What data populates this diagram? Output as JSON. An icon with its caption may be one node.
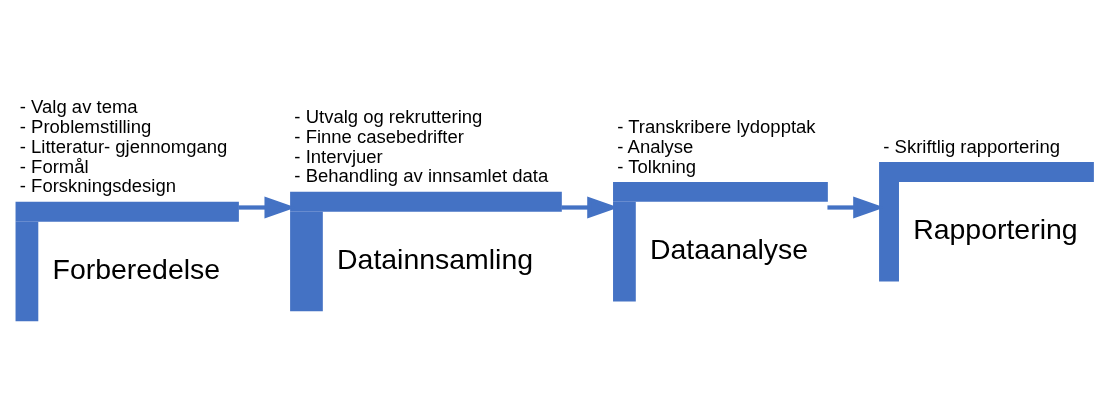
{
  "diagram": {
    "nodes": [
      {
        "text": [
          "Forberedelse"
        ],
        "beside": [
          "- Valg av tema",
          "- Problemstilling",
          "- Litteratur- gjennomgang",
          "- Formål",
          "- Forskningsdesign"
        ]
      },
      {
        "text": [
          "Datainnsamling"
        ],
        "beside": [
          "- Utvalg og rekruttering",
          "- Finne casebedrifter",
          "- Intervjuer",
          "- Behandling av innsamlet data"
        ]
      },
      {
        "text": [
          "Dataanalyse"
        ],
        "beside": [
          "- Transkribere lydopptak",
          "- Analyse",
          "- Tolkning"
        ]
      },
      {
        "text": [
          "Rapportering"
        ],
        "beside": [
          "- Skriftlig rapportering"
        ]
      }
    ],
    "edges": [
      {
        "from": 0,
        "to": 1,
        "arrow": "to"
      },
      {
        "from": 1,
        "to": 2,
        "arrow": "to"
      },
      {
        "from": 2,
        "to": 3,
        "arrow": "to"
      }
    ]
  }
}
